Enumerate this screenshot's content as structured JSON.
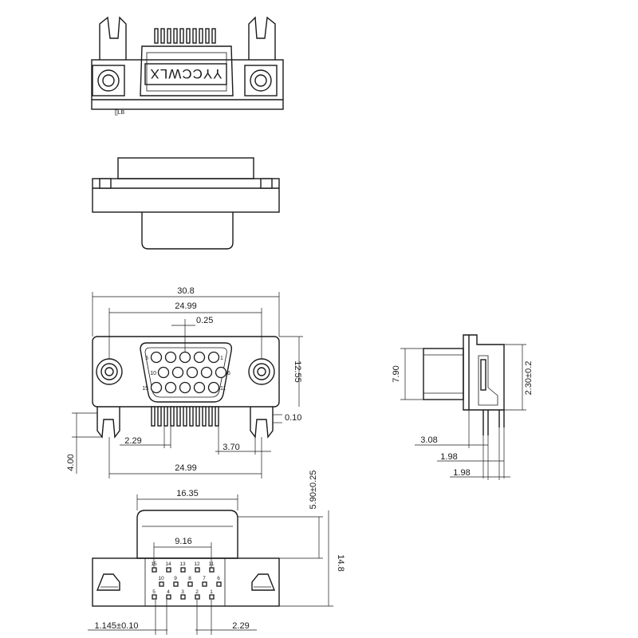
{
  "brand_label": "YYCCWLX",
  "small_mark": "[]LB",
  "dimensions": {
    "front_overall_width": "30.8",
    "front_flange_width": "24.99",
    "pin_offset": "0.25",
    "flange_height": "12.55",
    "bracket_gap": "0.10",
    "pin_pitch": "2.29",
    "bracket_offset": "3.70",
    "pin_length": "4.00",
    "bottom_span": "24.99",
    "side_height": "7.90",
    "side_panel": "2.30±0.2",
    "side_depth": "3.08",
    "side_pin_a": "1.98",
    "side_pin_b": "1.98",
    "shell_width": "16.35",
    "shell_depth": "5.90±0.25",
    "total_depth": "14.8",
    "row_span": "9.16",
    "edge_offset": "1.145±0.10",
    "bottom_pitch": "2.29"
  },
  "front_pins": {
    "row1": [
      "5",
      "1"
    ],
    "row2": [
      "10",
      "6"
    ],
    "row3": [
      "15",
      "11"
    ]
  },
  "bottom_pins": {
    "row1": [
      "15",
      "14",
      "13",
      "12",
      "11"
    ],
    "row2": [
      "10",
      "9",
      "8",
      "7",
      "6"
    ],
    "row3": [
      "5",
      "4",
      "3",
      "2",
      "1"
    ]
  }
}
